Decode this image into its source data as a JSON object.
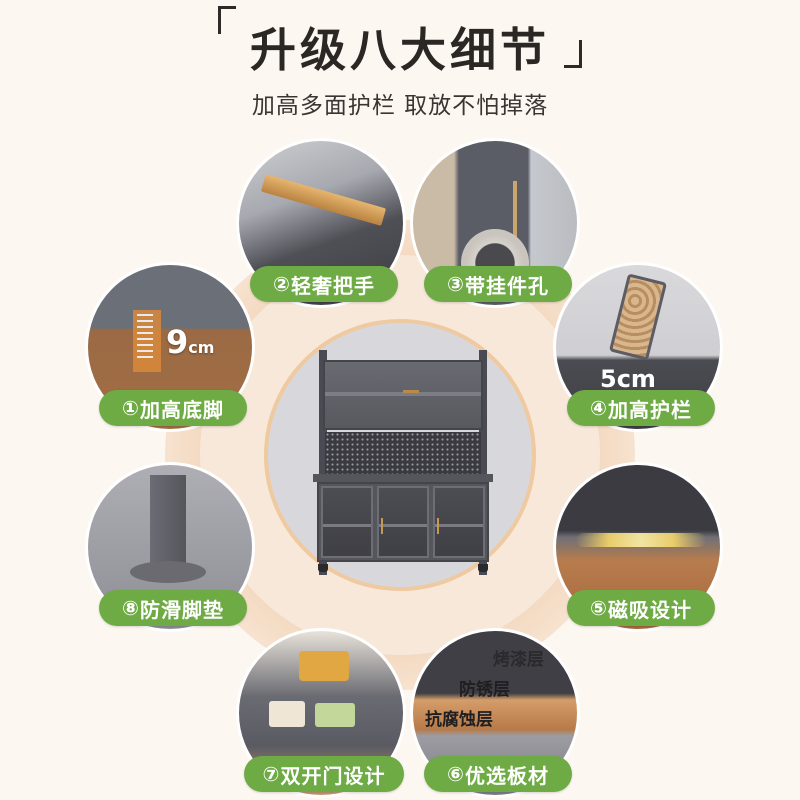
{
  "header": {
    "title": "升级八大细节",
    "subtitle": "加高多面护栏 取放不怕掉落"
  },
  "features": [
    {
      "num": "①",
      "label": "加高底脚",
      "overlay": "9",
      "overlay_unit": "cm",
      "icon": "ruler-icon"
    },
    {
      "num": "②",
      "label": "轻奢把手",
      "icon": "handle-icon"
    },
    {
      "num": "③",
      "label": "带挂件孔",
      "icon": "hook-icon"
    },
    {
      "num": "④",
      "label": "加高护栏",
      "overlay": "5cm",
      "icon": "guardrail-icon"
    },
    {
      "num": "⑤",
      "label": "磁吸设计",
      "icon": "magnet-icon"
    },
    {
      "num": "⑥",
      "label": "优选板材",
      "icon": "board-layers-icon",
      "layers": [
        "烤漆层",
        "防锈层",
        "抗腐蚀层"
      ]
    },
    {
      "num": "⑦",
      "label": "双开门设计",
      "icon": "double-door-icon"
    },
    {
      "num": "⑧",
      "label": "防滑脚垫",
      "icon": "foot-pad-icon"
    }
  ],
  "colors": {
    "pill_green": "#6fab45",
    "background": "#fdf7f1",
    "accent_ring": "#efc9a0"
  }
}
